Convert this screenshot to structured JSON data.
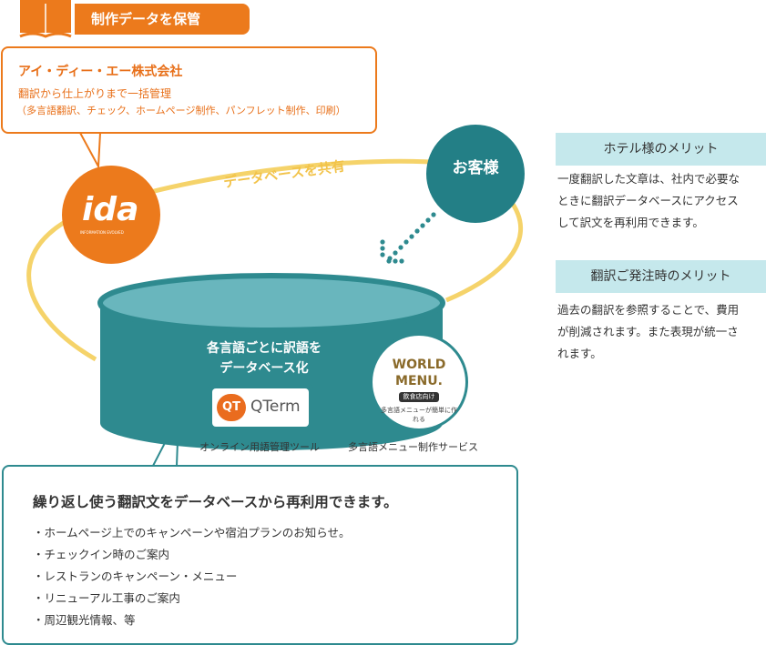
{
  "header_tag": {
    "label": "制作データを保管"
  },
  "company": {
    "name": "アイ・ディー・エー株式会社",
    "description": "翻訳から仕上がりまで一括管理",
    "services": "（多言語翻訳、チェック、ホームページ制作、パンフレット制作、印刷）"
  },
  "ida_logo": {
    "text": "ida",
    "subtext": "INFORMATION EVOLVED"
  },
  "customer": {
    "label": "お客様"
  },
  "cycle": {
    "label": "データベースを共有"
  },
  "database": {
    "line1": "各言語ごとに訳語を",
    "line2": "データベース化"
  },
  "qterm": {
    "badge": "QT",
    "name": "QTerm",
    "caption": "オンライン用語管理ツール"
  },
  "world_menu": {
    "line1": "WORLD",
    "line2": "MENU.",
    "tag": "飲食店向け",
    "sub": "多言語メニューが簡単に作れる",
    "caption": "多言語メニュー制作サービス"
  },
  "merits": [
    {
      "title": "ホテル様のメリット",
      "lines": [
        "一度翻訳した文章は、社内で必要な",
        "ときに翻訳データベースにアクセス",
        "して訳文を再利用できます。"
      ]
    },
    {
      "title": "翻訳ご発注時のメリット",
      "lines": [
        "過去の翻訳を参照することで、費用",
        "が削減されます。また表現が統一さ",
        "れます。"
      ]
    }
  ],
  "reuse": {
    "title": "繰り返し使う翻訳文をデータベースから再利用できます。",
    "items": [
      "・ホームページ上でのキャンペーンや宿泊プランのお知らせ。",
      "・チェックイン時のご案内",
      "・レストランのキャンペーン・メニュー",
      "・リニューアル工事のご案内",
      "・周辺観光情報、等"
    ]
  },
  "colors": {
    "orange": "#ec7a1c",
    "teal": "#2e8a8f",
    "yellow": "#f5d36a",
    "light_teal": "#c5e8ec"
  },
  "icons": {
    "book": "open-book-icon",
    "arrow": "dotted-arrow-icon"
  }
}
